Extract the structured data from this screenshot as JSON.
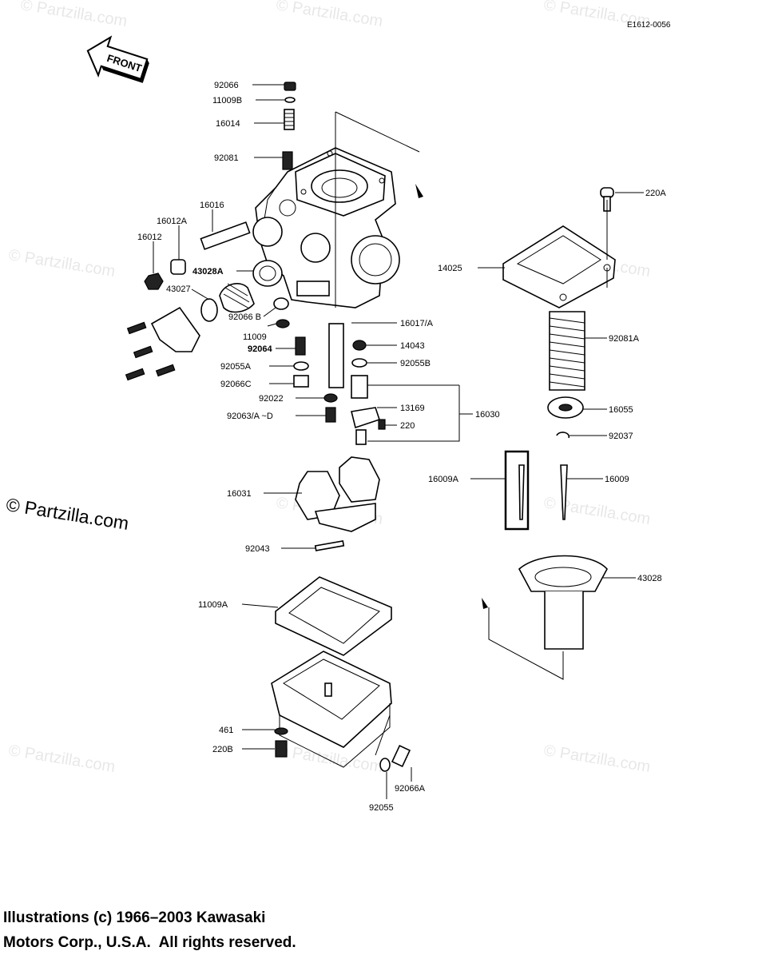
{
  "diagram": {
    "ref_code": "E1612-0056",
    "front_label": "FRONT",
    "watermark": "© Partzilla.com",
    "copyright_lines": [
      "Illustrations (c) 1966–2003 Kawasaki",
      "Motors Corp., U.S.A.  All rights reserved."
    ],
    "callouts": {
      "p92066": "92066",
      "p11009B": "11009B",
      "p16014": "16014",
      "p92081": "92081",
      "p16016": "16016",
      "p16012A": "16012A",
      "p16012": "16012",
      "p43028A": "43028A",
      "p43027": "43027",
      "p92066B": "92066 B",
      "p11009": "11009",
      "p92064": "92064",
      "p92055A": "92055A",
      "p92066C": "92066C",
      "p92022": "92022",
      "p92063": "92063/A ~D",
      "p16017": "16017/A",
      "p14043": "14043",
      "p92055B": "92055B",
      "p13169": "13169",
      "p220": "220",
      "p16030": "16030",
      "p16031": "16031",
      "p92043": "92043",
      "p11009A": "11009A",
      "p461": "461",
      "p220B": "220B",
      "p92066A": "92066A",
      "p92055": "92055",
      "p220A": "220A",
      "p14025": "14025",
      "p92081A": "92081A",
      "p16055": "16055",
      "p92037": "92037",
      "p16009A": "16009A",
      "p16009": "16009",
      "p43028": "43028"
    }
  }
}
